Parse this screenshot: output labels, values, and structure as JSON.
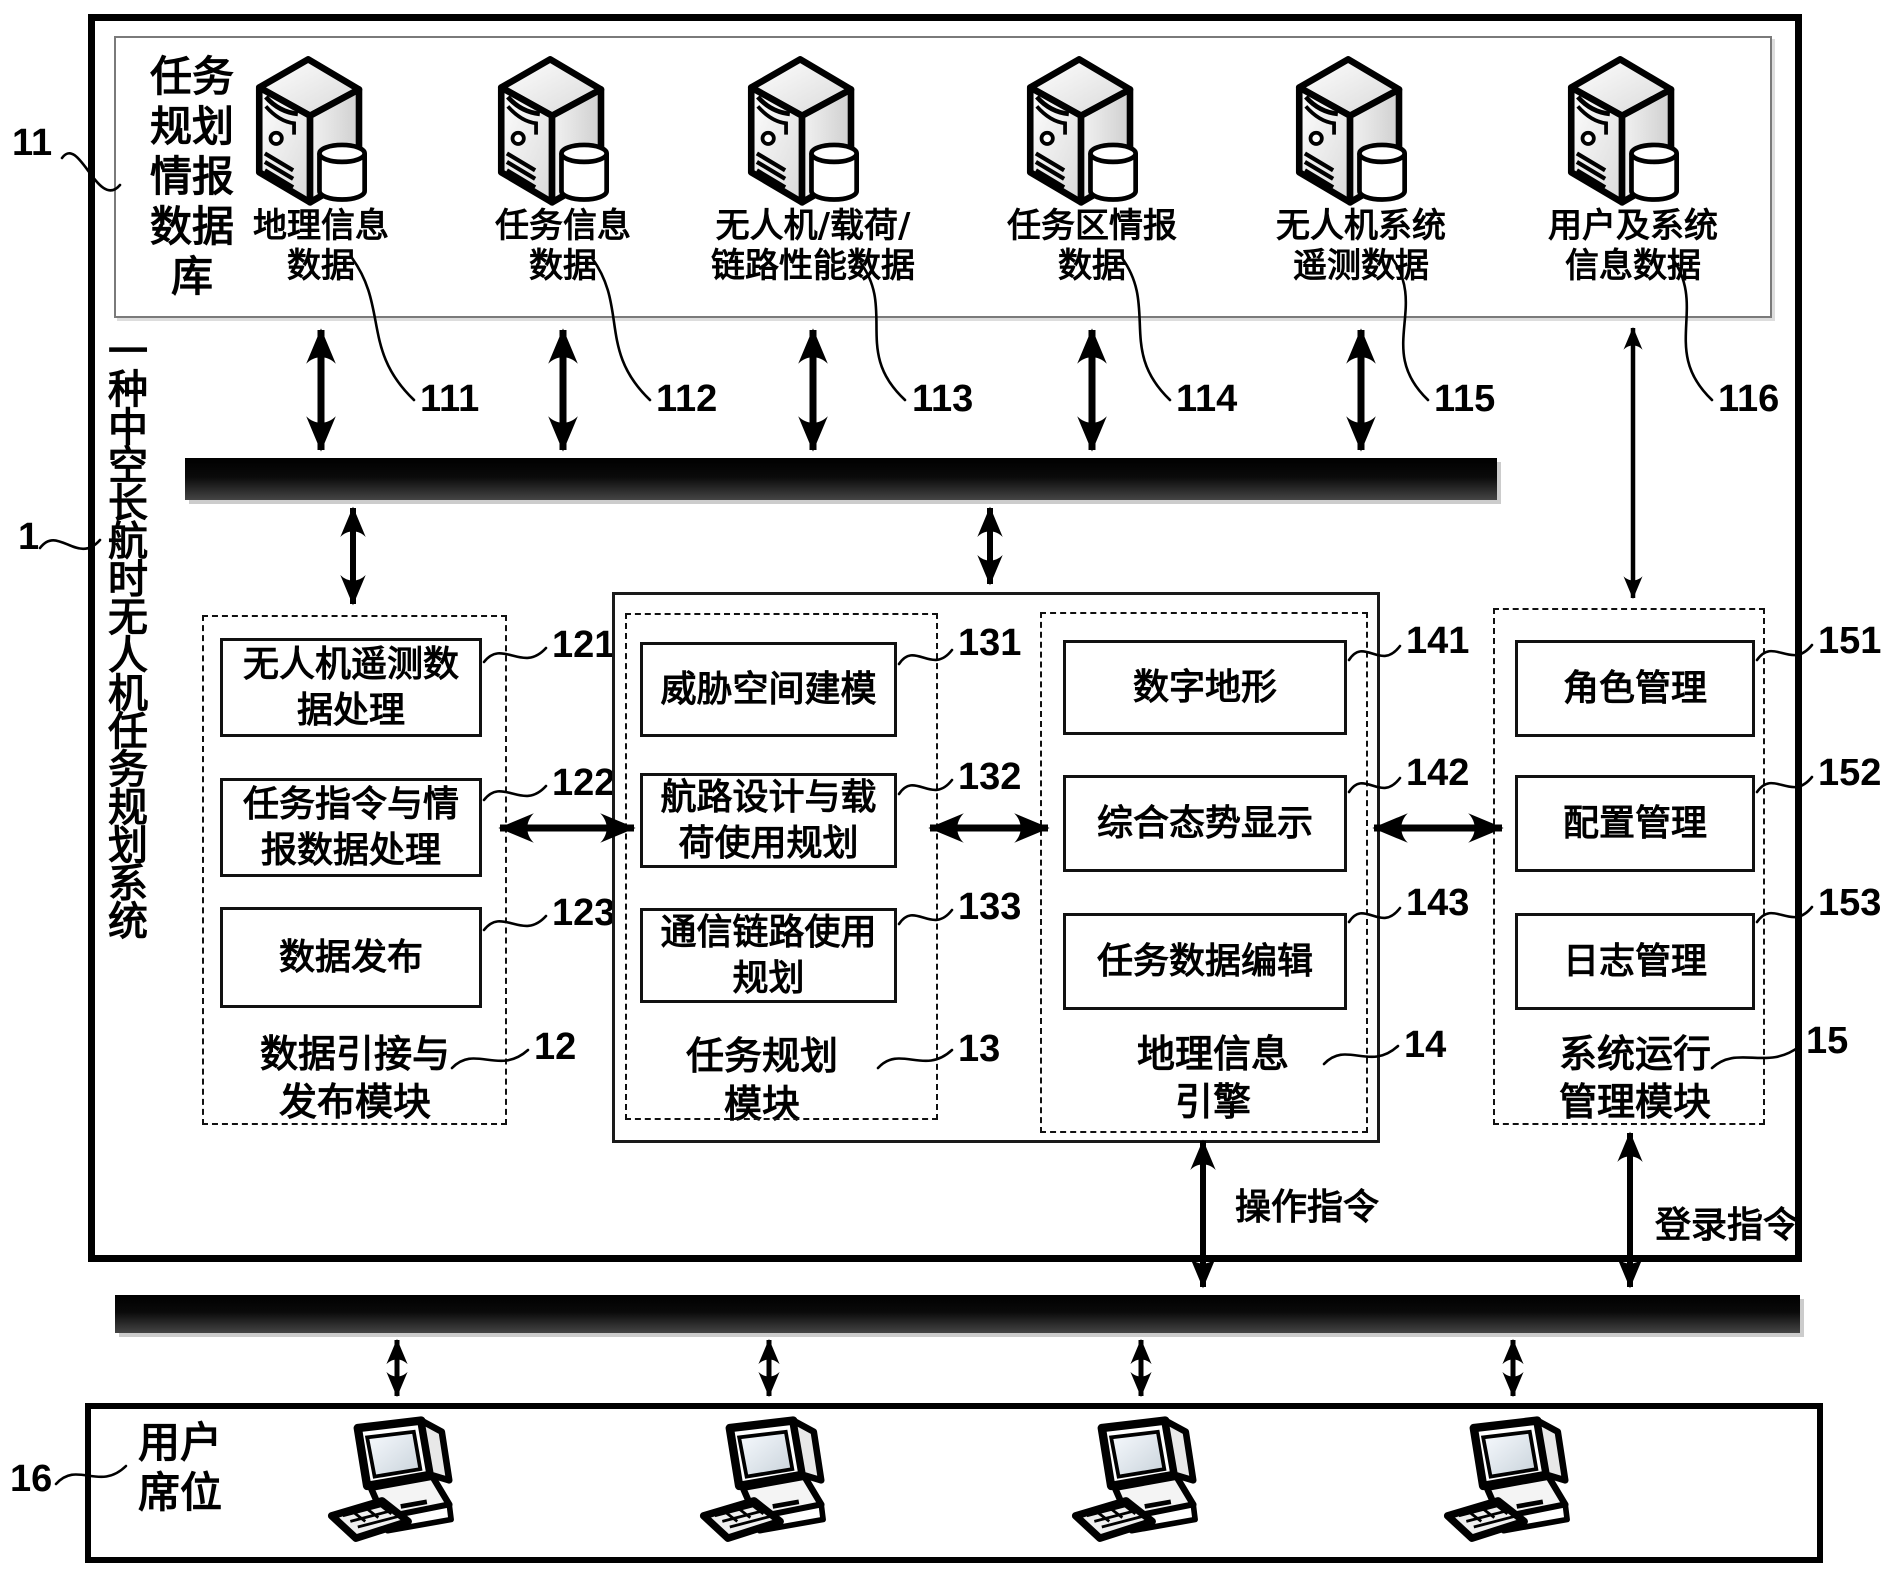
{
  "figure": {
    "system_title": "一种中空长航时无人机任务规划系统",
    "system_ref": "1",
    "database": {
      "ref": "11",
      "label_lines": [
        "任务",
        "规划",
        "情报",
        "数据",
        "库"
      ],
      "servers": [
        {
          "ref": "111",
          "lines": [
            "地理信息",
            "数据"
          ]
        },
        {
          "ref": "112",
          "lines": [
            "任务信息",
            "数据"
          ]
        },
        {
          "ref": "113",
          "lines": [
            "无人机/载荷/",
            "链路性能数据"
          ]
        },
        {
          "ref": "114",
          "lines": [
            "任务区情报",
            "数据"
          ]
        },
        {
          "ref": "115",
          "lines": [
            "无人机系统",
            "遥测数据"
          ]
        },
        {
          "ref": "116",
          "lines": [
            "用户及系统",
            "信息数据"
          ]
        }
      ]
    },
    "modules": [
      {
        "ref": "12",
        "caption_lines": [
          "数据引接与",
          "发布模块"
        ],
        "boxes": [
          {
            "ref": "121",
            "lines": [
              "无人机遥测数",
              "据处理"
            ]
          },
          {
            "ref": "122",
            "lines": [
              "任务指令与情",
              "报数据处理"
            ]
          },
          {
            "ref": "123",
            "lines": [
              "数据发布"
            ]
          }
        ]
      },
      {
        "ref": "13",
        "caption_lines": [
          "任务规划",
          "模块"
        ],
        "boxes": [
          {
            "ref": "131",
            "lines": [
              "威胁空间建模"
            ]
          },
          {
            "ref": "132",
            "lines": [
              "航路设计与载",
              "荷使用规划"
            ]
          },
          {
            "ref": "133",
            "lines": [
              "通信链路使用",
              "规划"
            ]
          }
        ]
      },
      {
        "ref": "14",
        "caption_lines": [
          "地理信息",
          "引擎"
        ],
        "boxes": [
          {
            "ref": "141",
            "lines": [
              "数字地形"
            ]
          },
          {
            "ref": "142",
            "lines": [
              "综合态势显示"
            ]
          },
          {
            "ref": "143",
            "lines": [
              "任务数据编辑"
            ]
          }
        ]
      },
      {
        "ref": "15",
        "caption_lines": [
          "系统运行",
          "管理模块"
        ],
        "boxes": [
          {
            "ref": "151",
            "lines": [
              "角色管理"
            ]
          },
          {
            "ref": "152",
            "lines": [
              "配置管理"
            ]
          },
          {
            "ref": "153",
            "lines": [
              "日志管理"
            ]
          }
        ]
      }
    ],
    "flow_labels": {
      "operate": "操作指令",
      "login": "登录指令"
    },
    "user_seats": {
      "ref": "16",
      "label_lines": [
        "用户",
        "席位"
      ]
    },
    "icons": {
      "server": "server-database-icon",
      "workstation": "desktop-computer-icon"
    },
    "colors": {
      "line": "#000000",
      "bus_top": "#000000",
      "bus_bottom": "#454545",
      "shadow": "#cccccc"
    }
  }
}
